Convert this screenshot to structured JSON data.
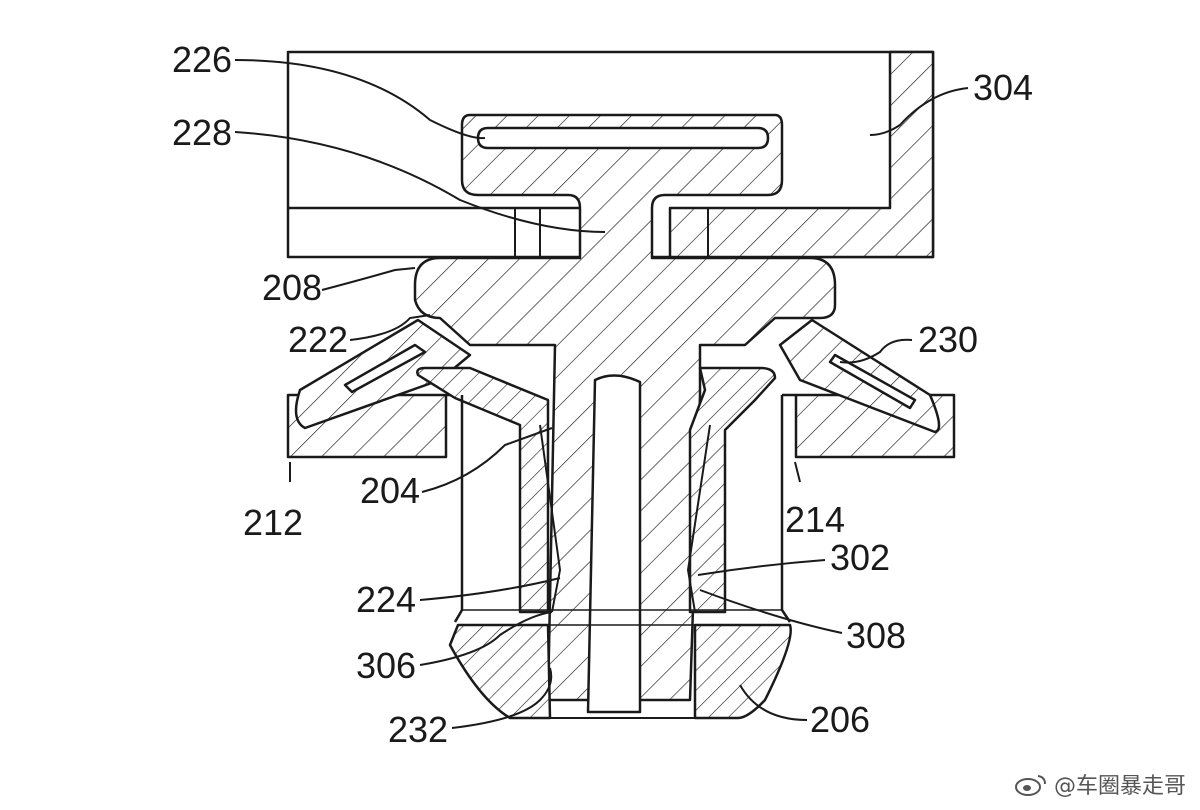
{
  "diagram": {
    "labels": {
      "l226": "226",
      "l228": "228",
      "l304": "304",
      "l208": "208",
      "l222": "222",
      "l230": "230",
      "l204": "204",
      "l212": "212",
      "l214": "214",
      "l302": "302",
      "l224": "224",
      "l308": "308",
      "l306": "306",
      "l232": "232",
      "l206": "206"
    }
  },
  "watermark": {
    "text": "@车圈暴走哥"
  },
  "colors": {
    "ink": "#1a1a1a",
    "background": "#ffffff"
  }
}
